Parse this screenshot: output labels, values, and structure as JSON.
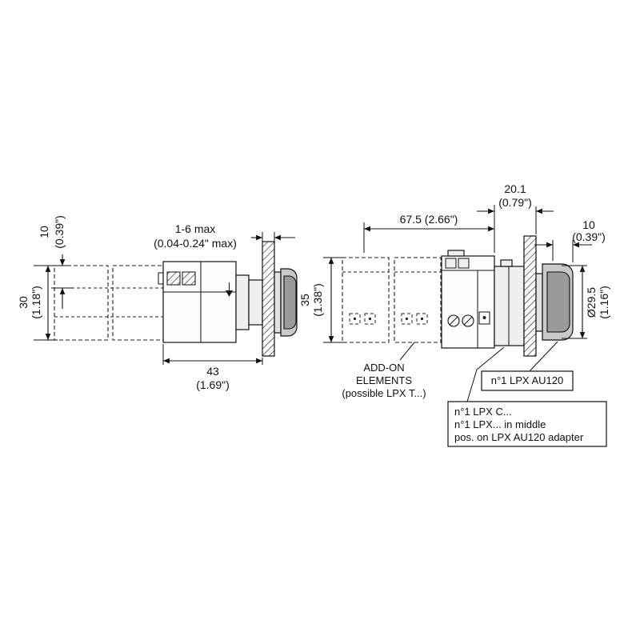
{
  "drawing": {
    "left": {
      "dim_top_mm": "10",
      "dim_top_in": "(0.39\")",
      "dim_height_mm": "30",
      "dim_height_in": "(1.18\")",
      "panel_line1": "1-6 max",
      "panel_line2": "(0.04-0.24\" max)",
      "dim_depth_mm": "43",
      "dim_depth_in": "(1.69\")"
    },
    "right": {
      "dim_total_depth": "67.5 (2.66\")",
      "dim_adapter_mm": "20.1",
      "dim_adapter_in": "(0.79\")",
      "dim_proj_mm": "10",
      "dim_proj_in": "(0.39\")",
      "dim_height_mm": "35",
      "dim_height_in": "(1.38\")",
      "dim_diameter_mm": "Ø29.5",
      "dim_diameter_in": "(1.16\")",
      "label_addon_1": "ADD-ON",
      "label_addon_2": "ELEMENTS",
      "label_addon_3": "(possible LPX T...)",
      "label_au120": "n°1 LPX AU120",
      "label_mid_1": "n°1 LPX C...",
      "label_mid_2": "n°1 LPX... in middle",
      "label_mid_3": "pos. on LPX AU120 adapter"
    }
  }
}
